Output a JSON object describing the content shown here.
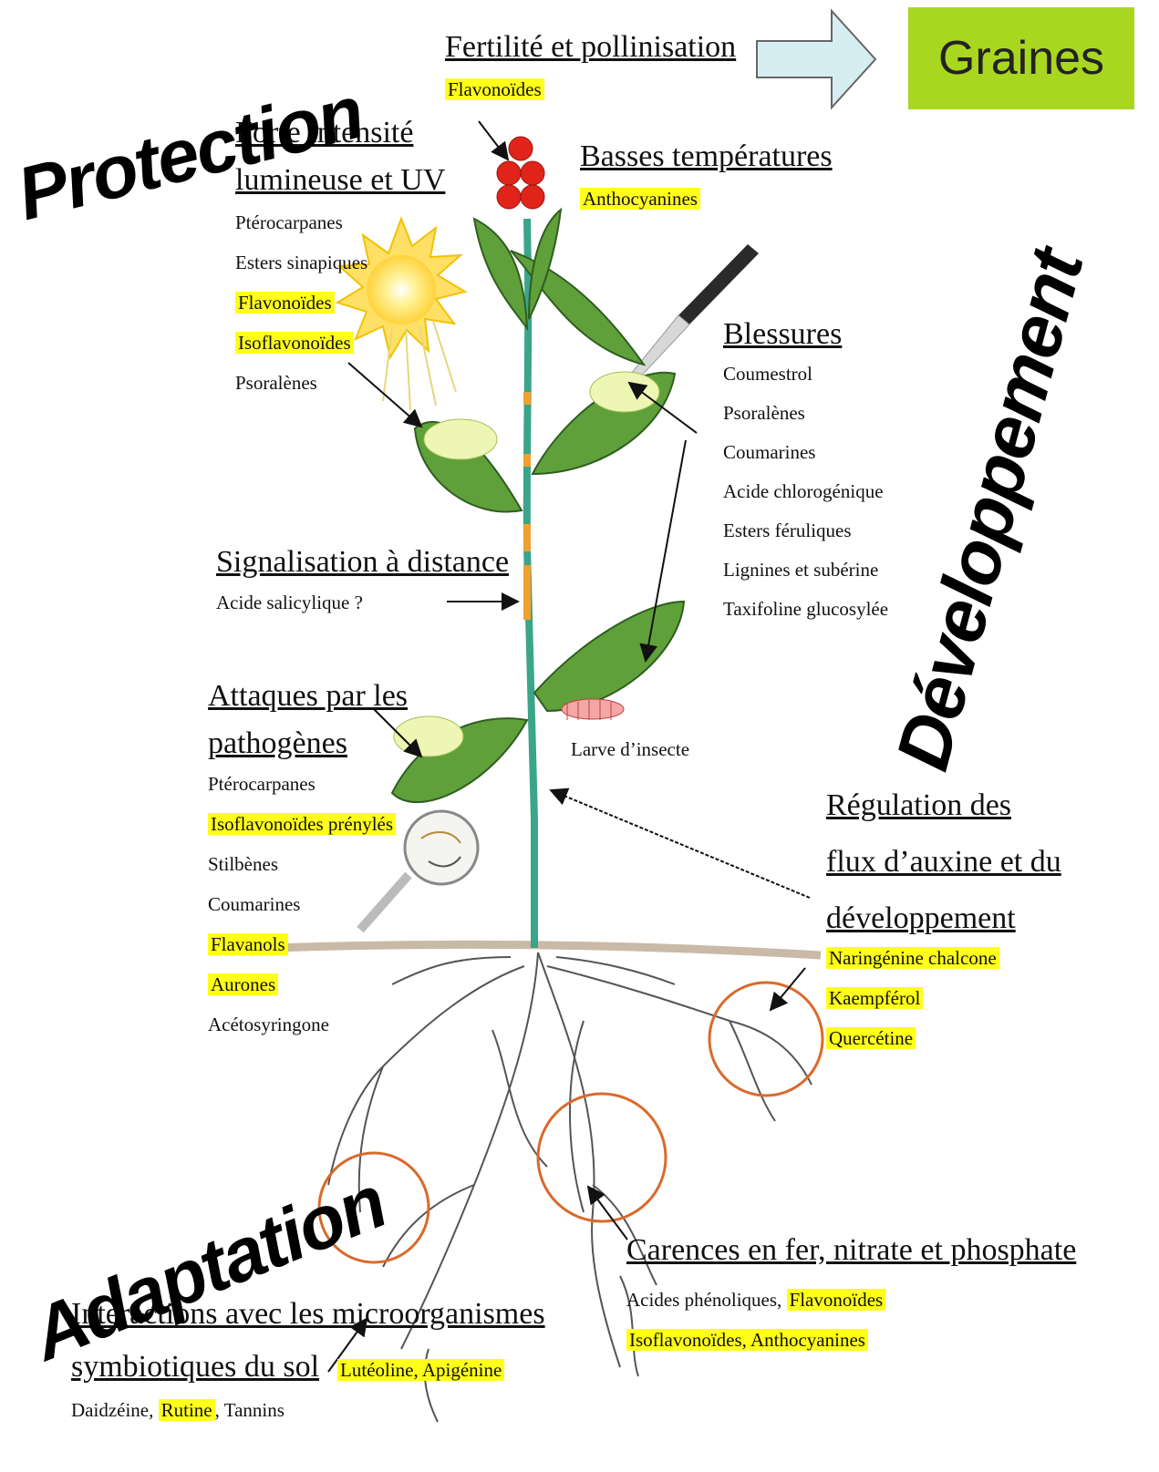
{
  "fertility": {
    "title": "Fertilité et pollinisation",
    "items": [
      "Flavonoïdes"
    ]
  },
  "seeds": {
    "label": "Graines"
  },
  "uv": {
    "title_line1": "Forte intensité",
    "title_line2": "lumineuse et UV",
    "items": [
      "Ptérocarpanes",
      "Esters sinapiques",
      "Flavonoïdes",
      "Isoflavonoïdes",
      "Psoralènes"
    ]
  },
  "cold": {
    "title": "Basses températures",
    "items": [
      "Anthocyanines"
    ]
  },
  "wounds": {
    "title": "Blessures",
    "items": [
      "Coumestrol",
      "Psoralènes",
      "Coumarines",
      "Acide chlorogénique",
      "Esters féruliques",
      "Lignines et subérine",
      "Taxifoline glucosylée"
    ]
  },
  "signal": {
    "title": "Signalisation à distance",
    "items": [
      "Acide salicylique ?"
    ]
  },
  "pathogens": {
    "title_line1": "Attaques par les",
    "title_line2": "pathogènes",
    "items": [
      "Ptérocarpanes",
      "Isoflavonoïdes prénylés",
      "Stilbènes",
      "Coumarines",
      "Flavanols",
      "Aurones",
      "Acétosyringone"
    ]
  },
  "insect": {
    "label": "Larve d’insecte"
  },
  "auxin": {
    "title_line1": "Régulation des",
    "title_line2": "flux d’auxine et du",
    "title_line3": "développement",
    "items": [
      "Naringénine chalcone",
      "Kaempférol",
      "Quercétine"
    ]
  },
  "deficiency": {
    "title": "Carences en fer, nitrate et phosphate",
    "line1_a": "Acides phénoliques, ",
    "line1_b": "Flavonoïdes",
    "line2": "Isoflavonoïdes, Anthocyanines"
  },
  "symbiosis": {
    "title_line1": "Interactions avec les microorganismes",
    "title_line2": "symbiotiques du sol",
    "title_items": "Lutéoline, Apigénine",
    "line_a": "Daidzéine, ",
    "line_b": "Rutine",
    "line_c": ", Tannins"
  },
  "categories": {
    "protection": "Protection",
    "development": "Développement",
    "adaptation": "Adaptation"
  },
  "colors": {
    "highlight": "#ffff19",
    "leaf": "#5fa03a",
    "seeds_box": "#a9d61e",
    "arrow_fill": "#d6eef1",
    "root_circle": "#d96a2b"
  }
}
